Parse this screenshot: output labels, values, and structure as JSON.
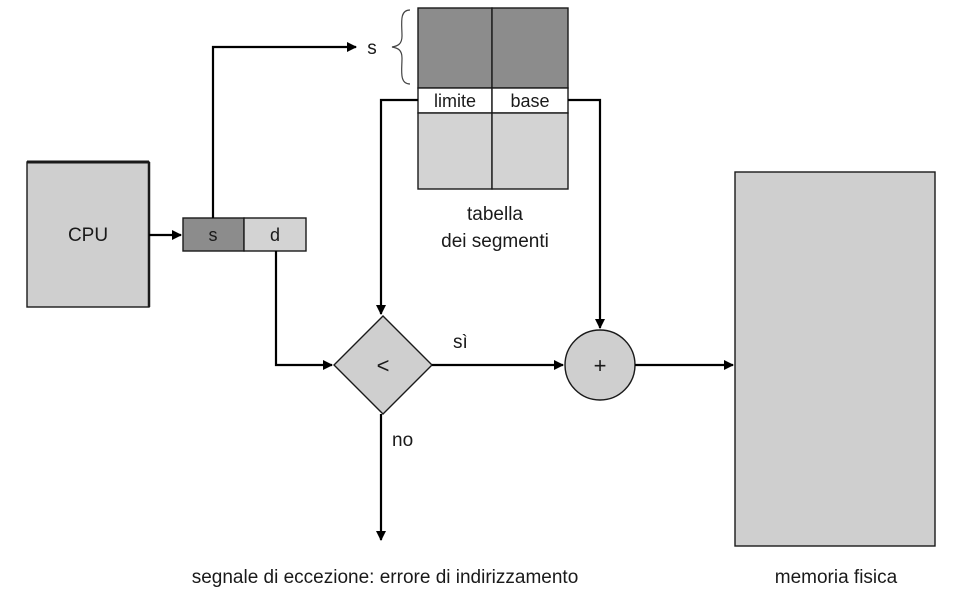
{
  "diagram": {
    "cpu_label": "CPU",
    "address": {
      "s": "s",
      "d": "d"
    },
    "table_s": "s",
    "table_header": {
      "limite": "limite",
      "base": "base"
    },
    "table_caption_line1": "tabella",
    "table_caption_line2": "dei segmenti",
    "compare_symbol": "<",
    "adder_symbol": "+",
    "yes_label": "sì",
    "no_label": "no",
    "trap_caption": "segnale di eccezione: errore di indirizzamento",
    "memory_caption": "memoria fisica",
    "colors": {
      "box_fill": "#cfcfcf",
      "dark_fill": "#8c8c8c",
      "table_light": "#d3d3d3",
      "line": "#000000"
    }
  }
}
